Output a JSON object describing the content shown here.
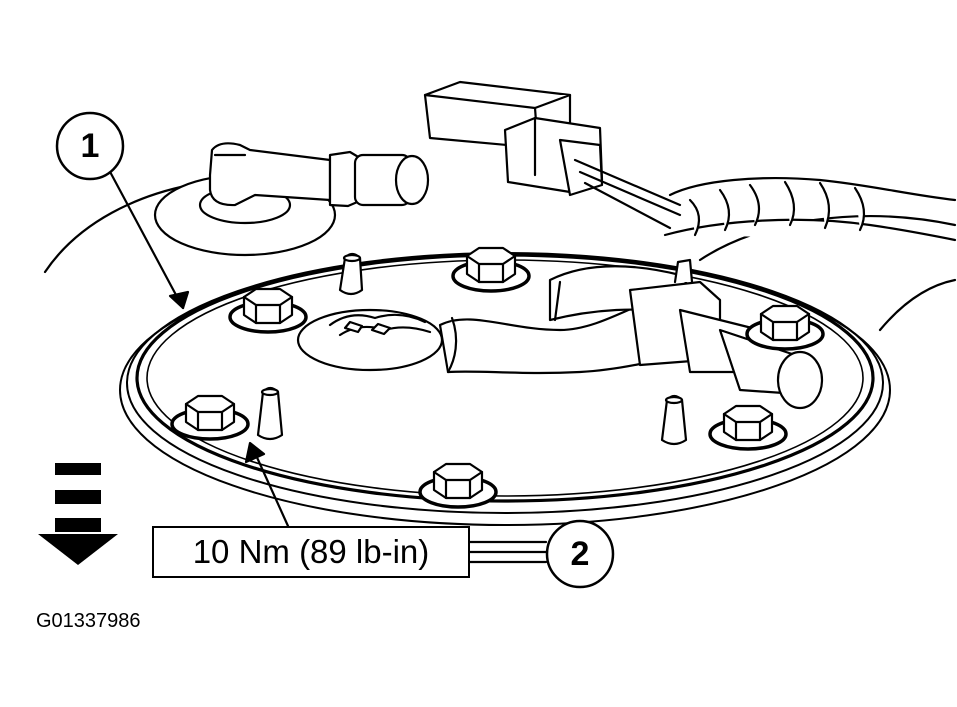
{
  "callouts": [
    {
      "number": "1"
    },
    {
      "number": "2"
    }
  ],
  "torque_spec": "10 Nm (89 lb-in)",
  "figure_code": "G01337986",
  "icons": {
    "direction_arrow": "down-arrow-icon"
  },
  "colors": {
    "line": "#000000",
    "background": "#ffffff"
  }
}
